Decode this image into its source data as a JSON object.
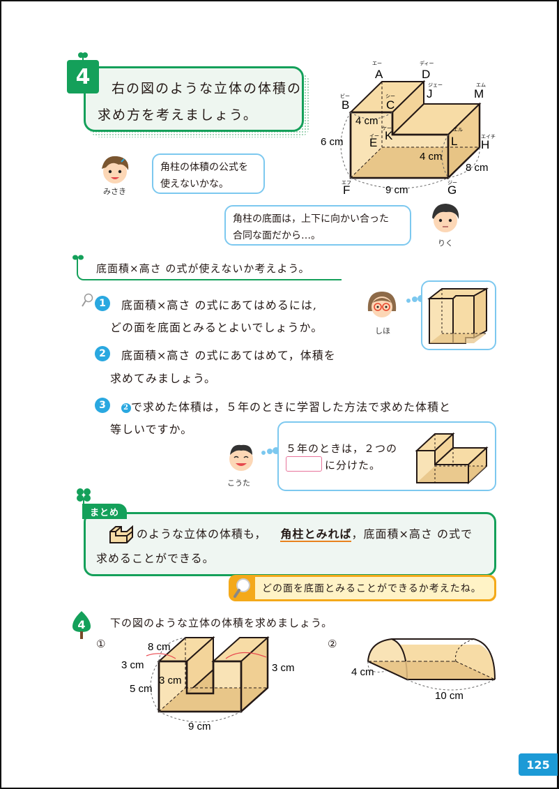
{
  "problem": {
    "number": "4",
    "line1": "右の図のような立体の体積の",
    "line2": "求め方を考えましょう。"
  },
  "main_figure": {
    "vertices": [
      {
        "label": "A",
        "ruby": "エー"
      },
      {
        "label": "D",
        "ruby": "ディー"
      },
      {
        "label": "J",
        "ruby": "ジェー"
      },
      {
        "label": "M",
        "ruby": "エム"
      },
      {
        "label": "B",
        "ruby": "ビー"
      },
      {
        "label": "C",
        "ruby": "シー"
      },
      {
        "label": "K",
        "ruby": "ケー"
      },
      {
        "label": "E",
        "ruby": "イー"
      },
      {
        "label": "L",
        "ruby": "エル"
      },
      {
        "label": "H",
        "ruby": "エイチ"
      },
      {
        "label": "F",
        "ruby": "エフ"
      },
      {
        "label": "G",
        "ruby": "ジー"
      }
    ],
    "dims": {
      "bc": "4 cm",
      "height": "6 cm",
      "lg": "4 cm",
      "depth": "8 cm",
      "width": "9 cm"
    }
  },
  "misaki": {
    "name": "みさき",
    "line1": "角柱の体積の公式を",
    "line2": "使えないかな。"
  },
  "riku": {
    "name": "りく",
    "line1": "角柱の底面は，上下に向かい合った",
    "line2": "合同な面だから…。"
  },
  "guide": {
    "text": "底面積×高さ の式が使えないか考えよう。"
  },
  "q1": {
    "num": "1",
    "line1": "底面積×高さ の式にあてはめるには,",
    "line2": "どの面を底面とみるとよいでしょうか。"
  },
  "shiho": {
    "name": "しほ"
  },
  "q2": {
    "num": "2",
    "line1": "底面積×高さ の式にあてはめて，体積を",
    "line2": "求めてみましょう。"
  },
  "q3": {
    "num": "3",
    "ref": "2",
    "line1": "で求めた体積は，５年のときに学習した方法で求めた体積と",
    "line2": "等しいですか。"
  },
  "kouta": {
    "name": "こうた",
    "line1": "５年のときは，２つの",
    "line2": "に分けた。",
    "blank": ""
  },
  "matome": {
    "tab": "まとめ",
    "text_a": "のような立体の体積も，",
    "keyword": "角柱とみれば",
    "text_b": "，底面積×高さ の式で",
    "line2": "求めることができる。"
  },
  "hint": {
    "text": "どの面を底面とみることができるか考えたね。"
  },
  "practice": {
    "number": "4",
    "text": "下の図のような立体の体積を求めましょう。",
    "fig1": {
      "label": "①",
      "dims": {
        "depth": "8 cm",
        "left_top": "3 cm",
        "right_top": "3 cm",
        "inner": "3 cm",
        "height": "5 cm",
        "width": "9 cm"
      }
    },
    "fig2": {
      "label": "②",
      "dims": {
        "radius": "4 cm",
        "length": "10 cm"
      }
    }
  },
  "page": {
    "number": "125"
  },
  "colors": {
    "green": "#14a05a",
    "blue": "#2aa8e0",
    "bubble": "#7cc8ef",
    "solid": "#f7dca6",
    "solid_dark": "#e6c284",
    "orange": "#f4a91a",
    "pagenum": "#1c9ad6"
  }
}
